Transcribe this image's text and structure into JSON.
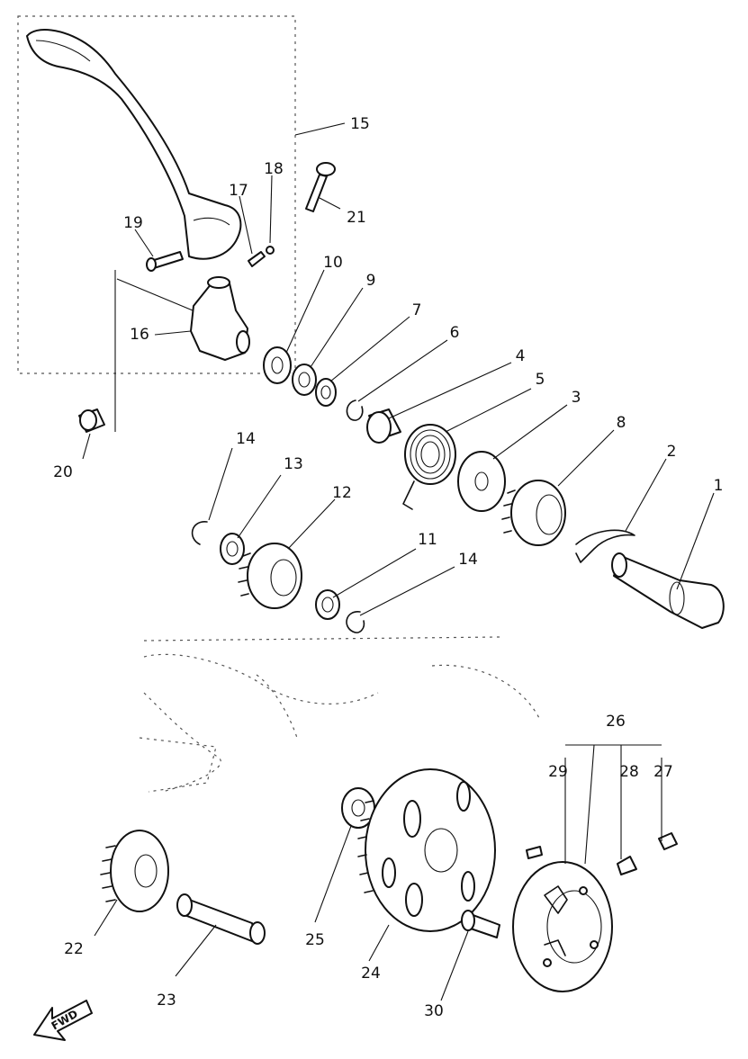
{
  "diagram": {
    "labels": {
      "p1": "1",
      "p2": "2",
      "p3": "3",
      "p4": "4",
      "p5": "5",
      "p6": "6",
      "p7": "7",
      "p8": "8",
      "p9": "9",
      "p10": "10",
      "p11": "11",
      "p12": "12",
      "p13": "13",
      "p14a": "14",
      "p14b": "14",
      "p15": "15",
      "p16": "16",
      "p17": "17",
      "p18": "18",
      "p19": "19",
      "p20": "20",
      "p21": "21",
      "p22": "22",
      "p23": "23",
      "p24": "24",
      "p25": "25",
      "p26": "26",
      "p27": "27",
      "p28": "28",
      "p29": "29",
      "p30": "30"
    },
    "direction_arrow": "FWD",
    "line_color": "#111111",
    "background": "#ffffff"
  }
}
